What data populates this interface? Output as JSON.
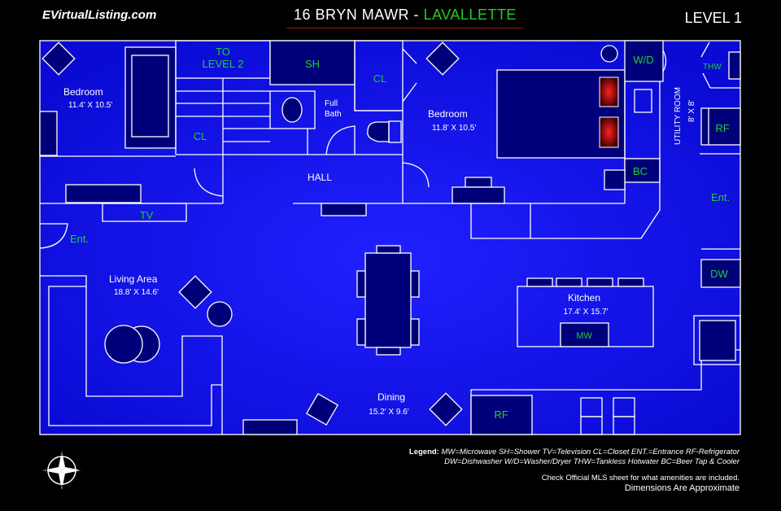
{
  "header": {
    "site": "EVirtualListing.com",
    "street": "16 BRYN MAWR - ",
    "town": "LAVALLETTE",
    "level": "LEVEL 1"
  },
  "rooms": {
    "bedroom1": {
      "name": "Bedroom",
      "dims": "11.4' X 10.5'"
    },
    "bedroom2": {
      "name": "Bedroom",
      "dims": "11.8' X 10.5'"
    },
    "to_level2_a": "TO",
    "to_level2_b": "LEVEL 2",
    "shower": "SH",
    "closet1": "CL",
    "closet2": "CL",
    "bath_a": "Full",
    "bath_b": "Bath",
    "hall": "HALL",
    "wd": "W/D",
    "thw": "THW",
    "utility": {
      "name": "UTILITY ROOM",
      "dims": "8' X 8'"
    },
    "rf_utility": "RF",
    "bc": "BC",
    "ent_right": "Ent.",
    "ent_left": "Ent.",
    "tv": "TV",
    "living": {
      "name": "Living Area",
      "dims": "18.8' X 14.6'"
    },
    "kitchen": {
      "name": "Kitchen",
      "dims": "17.4' X 15.7'"
    },
    "mw": "MW",
    "dw": "DW",
    "dining": {
      "name": "Dining",
      "dims": "15.2' X 9.6'"
    },
    "rf_kitchen": "RF"
  },
  "legend": {
    "label": "Legend:",
    "line1": "MW=Microwave SH=Shower TV=Television CL=Closet  ENT.=Entrance RF-Refrigerator",
    "line2": "DW=Dishwasher W/D=Washer/Dryer THW=Tankless Hotwater BC=Beer Tap & Cooler"
  },
  "notes": {
    "mls": "Check Official MLS sheet for what amenities are included.",
    "approx": "Dimensions Are Approximate"
  },
  "compass": {
    "n": "N",
    "e": "E",
    "s": "S",
    "w": "W"
  },
  "colors": {
    "floor": "#1212e0",
    "furniture": "#00007a",
    "accent_label": "#22cc33"
  }
}
